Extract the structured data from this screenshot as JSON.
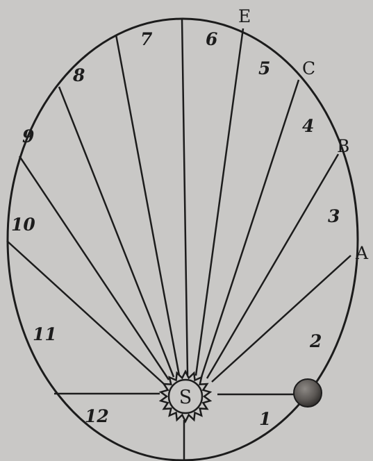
{
  "diagram": {
    "sector_numbers": [
      "1",
      "2",
      "3",
      "4",
      "5",
      "6",
      "7",
      "8",
      "9",
      "10",
      "11",
      "12"
    ],
    "orbit_points": [
      "A",
      "B",
      "C",
      "E"
    ],
    "sun_label": "S",
    "colors": {
      "background": "#c9c8c6",
      "ink": "#1c1c1c",
      "planet": "#5a5653"
    }
  }
}
